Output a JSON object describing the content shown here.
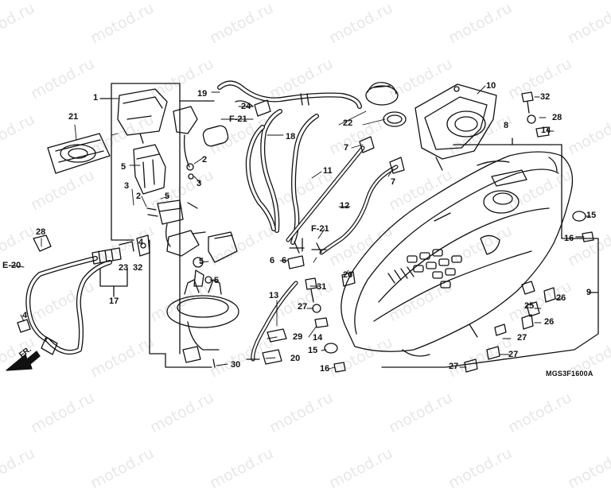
{
  "diagram": {
    "code": "MGS3F1600A",
    "watermark_text": "motod.ru",
    "direction_label": "FR.",
    "references": [
      "F-21",
      "F-21",
      "E-20"
    ],
    "callouts": [
      "1",
      "2",
      "2",
      "3",
      "3",
      "4",
      "4",
      "5",
      "5",
      "5",
      "5",
      "6",
      "6",
      "7",
      "7",
      "8",
      "9",
      "10",
      "11",
      "12",
      "13",
      "14",
      "14",
      "15",
      "15",
      "16",
      "16",
      "17",
      "18",
      "19",
      "20",
      "21",
      "22",
      "23",
      "24",
      "25",
      "26",
      "26",
      "26",
      "27",
      "27",
      "27",
      "27",
      "28",
      "28",
      "29",
      "30",
      "31",
      "32",
      "32"
    ]
  }
}
